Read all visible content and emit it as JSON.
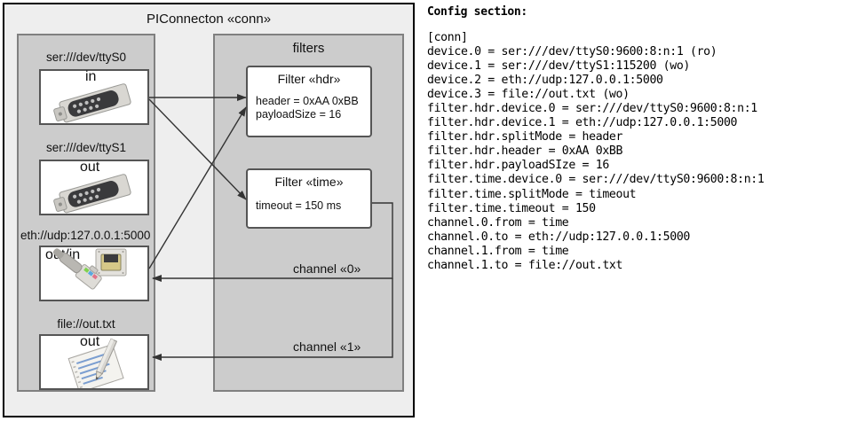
{
  "diagram": {
    "outer": {
      "title": "PIConnecton «conn»"
    },
    "devices_panel": {
      "title": ""
    },
    "filters_panel": {
      "title": "filters"
    },
    "devices": [
      {
        "label": "ser:///dev/ttyS0",
        "direction": "in",
        "icon": "serial-port-icon"
      },
      {
        "label": "ser:///dev/ttyS1",
        "direction": "out",
        "icon": "serial-port-icon"
      },
      {
        "label": "eth://udp:127.0.0.1:5000",
        "direction": "out/in",
        "icon": "ethernet-jack-icon"
      },
      {
        "label": "file://out.txt",
        "direction": "out",
        "icon": "text-file-icon"
      }
    ],
    "filters": [
      {
        "title": "Filter «hdr»",
        "attrs": [
          "header = 0xAA 0xBB",
          "payloadSize = 16"
        ]
      },
      {
        "title": "Filter «time»",
        "attrs": [
          "timeout = 150 ms"
        ]
      }
    ],
    "channels": [
      {
        "label": "channel «0»"
      },
      {
        "label": "channel «1»"
      }
    ]
  },
  "config": {
    "heading": "Config section:",
    "text": "[conn]\ndevice.0 = ser:///dev/ttyS0:9600:8:n:1 (ro)\ndevice.1 = ser:///dev/ttyS1:115200 (wo)\ndevice.2 = eth://udp:127.0.0.1:5000\ndevice.3 = file://out.txt (wo)\nfilter.hdr.device.0 = ser:///dev/ttyS0:9600:8:n:1\nfilter.hdr.device.1 = eth://udp:127.0.0.1:5000\nfilter.hdr.splitMode = header\nfilter.hdr.header = 0xAA 0xBB\nfilter.hdr.payloadSIze = 16\nfilter.time.device.0 = ser:///dev/ttyS0:9600:8:n:1\nfilter.time.splitMode = timeout\nfilter.time.timeout = 150\nchannel.0.from = time\nchannel.0.to = eth://udp:127.0.0.1:5000\nchannel.1.from = time\nchannel.1.to = file://out.txt"
  },
  "colors": {
    "outer_bg": "#eeeeee",
    "panel_bg": "#cccccc",
    "box_bg": "#ffffff",
    "line": "#333333"
  }
}
